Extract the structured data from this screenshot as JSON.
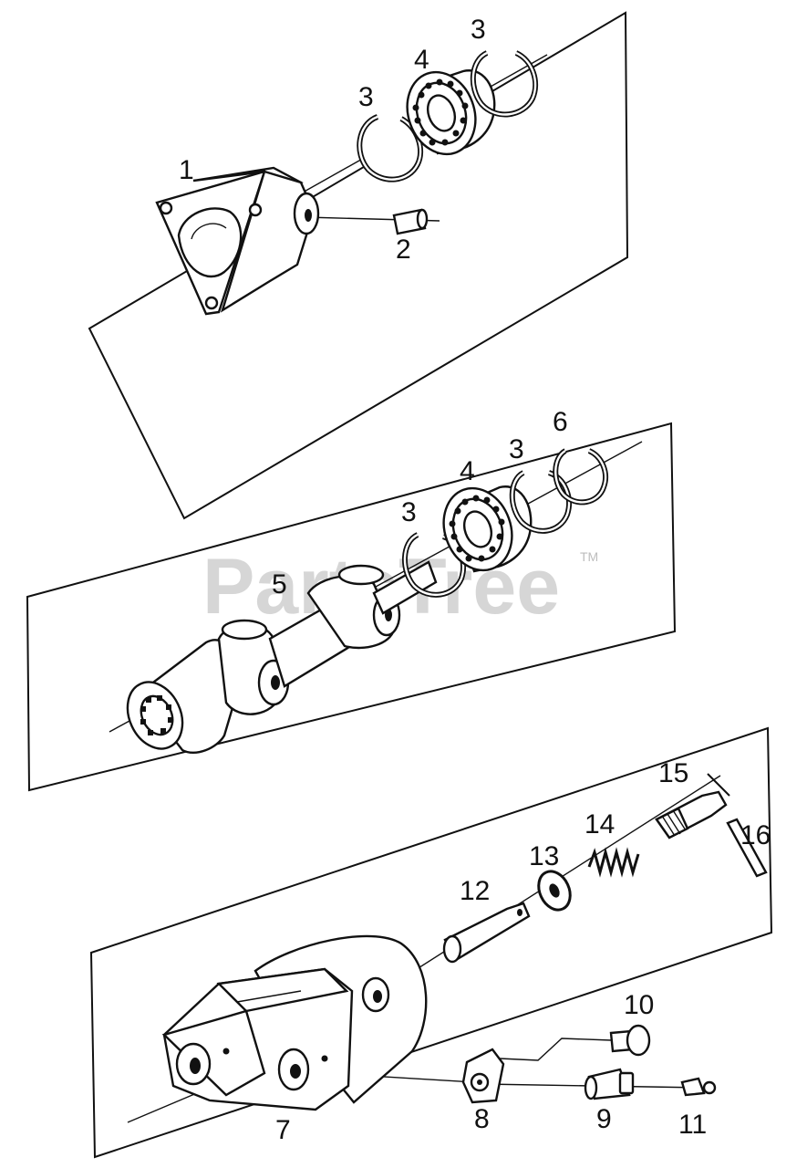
{
  "watermark": {
    "text": "PartsTree",
    "trademark": "TM",
    "color": "#cfcfcf"
  },
  "callouts": [
    {
      "id": "c1",
      "label": "1"
    },
    {
      "id": "c2",
      "label": "2"
    },
    {
      "id": "c3a",
      "label": "3"
    },
    {
      "id": "c4a",
      "label": "4"
    },
    {
      "id": "c3b",
      "label": "3"
    },
    {
      "id": "c6",
      "label": "6"
    },
    {
      "id": "c3c",
      "label": "3"
    },
    {
      "id": "c4b",
      "label": "4"
    },
    {
      "id": "c3d",
      "label": "3"
    },
    {
      "id": "c5",
      "label": "5"
    },
    {
      "id": "c15",
      "label": "15"
    },
    {
      "id": "c14",
      "label": "14"
    },
    {
      "id": "c13",
      "label": "13"
    },
    {
      "id": "c16",
      "label": "16"
    },
    {
      "id": "c12",
      "label": "12"
    },
    {
      "id": "c10",
      "label": "10"
    },
    {
      "id": "c7",
      "label": "7"
    },
    {
      "id": "c8",
      "label": "8"
    },
    {
      "id": "c9",
      "label": "9"
    },
    {
      "id": "c11",
      "label": "11"
    }
  ]
}
